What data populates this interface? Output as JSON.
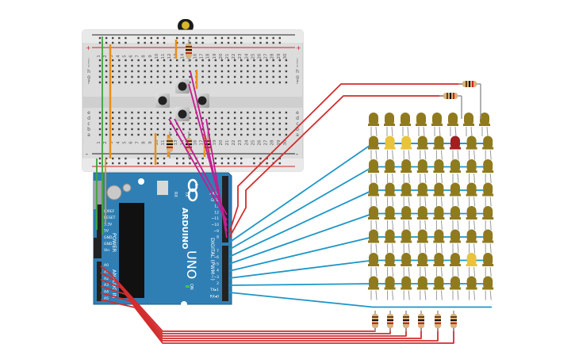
{
  "breadboard": {
    "column_numbers": [
      "1",
      "2",
      "3",
      "4",
      "5",
      "6",
      "7",
      "8",
      "9",
      "10",
      "11",
      "12",
      "13",
      "14",
      "15",
      "16",
      "17",
      "18",
      "19",
      "20",
      "21",
      "22",
      "23",
      "24",
      "25",
      "26",
      "27",
      "28",
      "29",
      "30"
    ],
    "row_letters_top": [
      "j",
      "i",
      "h",
      "g",
      "f"
    ],
    "row_letters_bottom": [
      "e",
      "d",
      "c",
      "b",
      "a"
    ],
    "rail_plus": "+",
    "rail_minus": "-"
  },
  "arduino": {
    "brand": "ARDUINO",
    "model": "UNO",
    "digital_label": "DIGITAL (PWM~)",
    "analog_label": "ANALOG IN",
    "power_label": "POWER",
    "power_pins": [
      "IOREF",
      "RESET",
      "3.3V",
      "5V",
      "GND",
      "GND",
      "Vin"
    ],
    "analog_pins": [
      "A0",
      "A1",
      "A2",
      "A3",
      "A4",
      "A5"
    ],
    "digital_pins_top": [
      "AREF",
      "GND",
      "13",
      "12",
      "~11",
      "~10",
      "~9",
      "8"
    ],
    "digital_pins_bottom": [
      "7",
      "~6",
      "~5",
      "4",
      "~3",
      "2",
      "TX▸1",
      "RX◂0"
    ],
    "tx_label": "TX",
    "rx_label": "RX",
    "l_label": "L",
    "on_label": "ON"
  },
  "led_matrix": {
    "rows": 8,
    "cols": 8,
    "lit": [
      {
        "row": 1,
        "col": 1,
        "color": "yellow"
      },
      {
        "row": 1,
        "col": 2,
        "color": "yellow"
      },
      {
        "row": 1,
        "col": 5,
        "color": "red"
      },
      {
        "row": 6,
        "col": 6,
        "color": "yellow"
      }
    ]
  },
  "colors": {
    "board_blue": "#2f7fb5",
    "wire_red": "#d22d2d",
    "wire_blue": "#1d96c8",
    "wire_magenta": "#c21d8f",
    "wire_green": "#3ea63a",
    "wire_orange": "#e8901a",
    "led_off": "#8f7a1e",
    "led_yellow": "#e9c33a",
    "led_red": "#a11f1f"
  }
}
